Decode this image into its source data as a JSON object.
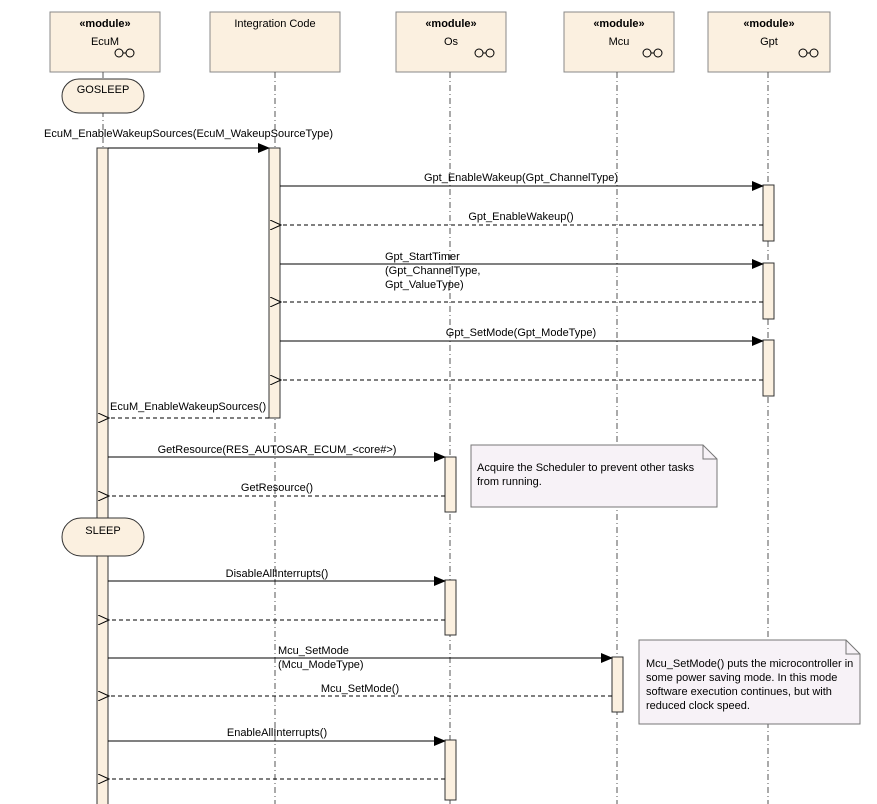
{
  "participants": [
    {
      "id": "ecum",
      "stereotype": "«module»",
      "name": "EcuM"
    },
    {
      "id": "integ",
      "stereotype": "",
      "name": "Integration Code"
    },
    {
      "id": "os",
      "stereotype": "«module»",
      "name": "Os"
    },
    {
      "id": "mcu",
      "stereotype": "«module»",
      "name": "Mcu"
    },
    {
      "id": "gpt",
      "stereotype": "«module»",
      "name": "Gpt"
    }
  ],
  "states": {
    "gosleep": "GOSLEEP",
    "sleep": "SLEEP"
  },
  "messages": {
    "m1": "EcuM_EnableWakeupSources(EcuM_WakeupSourceType)",
    "m2": "Gpt_EnableWakeup(Gpt_ChannelType)",
    "m3": "Gpt_EnableWakeup()",
    "m4a": "Gpt_StartTimer",
    "m4b": "(Gpt_ChannelType,",
    "m4c": "Gpt_ValueType)",
    "m5": "Gpt_SetMode(Gpt_ModeType)",
    "m6": "EcuM_EnableWakeupSources()",
    "m7": "GetResource(RES_AUTOSAR_ECUM_<core#>)",
    "m8": "GetResource()",
    "m9": "DisableAllInterrupts()",
    "m10a": "Mcu_SetMode",
    "m10b": "(Mcu_ModeType)",
    "m11": "Mcu_SetMode()",
    "m12": "EnableAllInterrupts()"
  },
  "notes": {
    "n1": [
      "Acquire the Scheduler to prevent other tasks",
      "from running."
    ],
    "n2": [
      "Mcu_SetMode() puts the microcontroller in",
      "some power saving mode. In this mode",
      "software execution continues, but with",
      "reduced clock speed."
    ]
  }
}
